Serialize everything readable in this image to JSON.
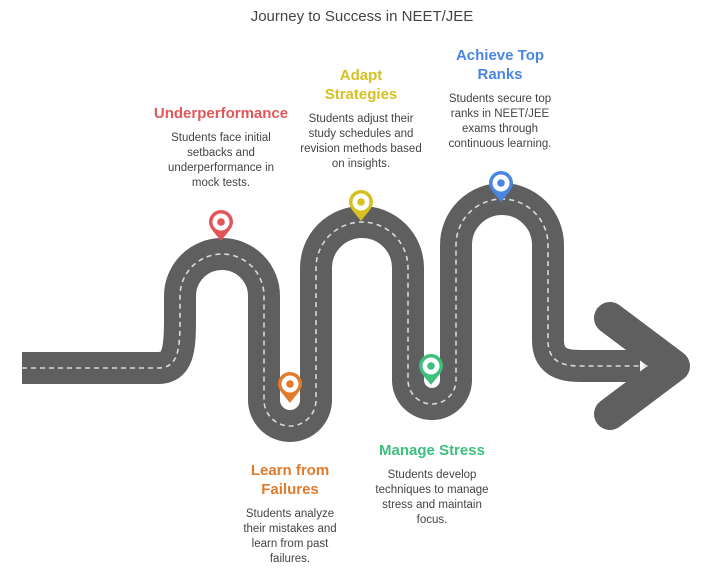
{
  "title": "Journey to Success in NEET/JEE",
  "colors": {
    "road": "#5f5f5f",
    "dash": "#d9d9d9"
  },
  "stages": [
    {
      "heading": "Underperformance",
      "description": "Students face initial setbacks and underperformance in mock tests.",
      "color": "#e15759",
      "icon": "location-pin-icon"
    },
    {
      "heading": "Learn from Failures",
      "description": "Students analyze their mistakes and learn from past failures.",
      "color": "#e07b2b",
      "icon": "location-pin-icon"
    },
    {
      "heading": "Adapt Strategies",
      "description": "Students adjust their study schedules and revision methods based on insights.",
      "color": "#d6c022",
      "icon": "location-pin-icon"
    },
    {
      "heading": "Manage Stress",
      "description": "Students develop techniques to manage stress and maintain focus.",
      "color": "#3dbf7e",
      "icon": "location-pin-icon"
    },
    {
      "heading": "Achieve Top Ranks",
      "description": "Students secure top ranks in NEET/JEE exams through continuous learning.",
      "color": "#4a86e0",
      "icon": "location-pin-icon"
    }
  ]
}
